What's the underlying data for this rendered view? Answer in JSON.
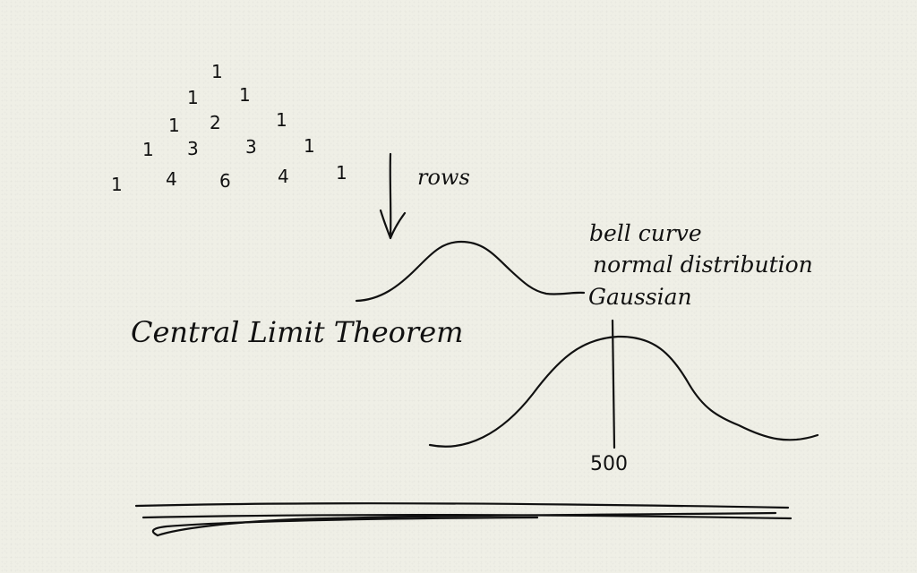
{
  "pascal": {
    "row1": [
      "1"
    ],
    "row2": [
      "1",
      "1"
    ],
    "row3": [
      "1",
      "2",
      "1"
    ],
    "row4": [
      "1",
      "3",
      "3",
      "1"
    ],
    "row5": [
      "1",
      "4",
      "6",
      "4",
      "1"
    ]
  },
  "rows_label": "rows",
  "curve_labels": [
    "bell curve",
    "normal distribution",
    "Gaussian"
  ],
  "theorem_label": "Central Limit Theorem",
  "center_value": "500",
  "ink_color": "#111111",
  "paper_color": "#efefe6"
}
